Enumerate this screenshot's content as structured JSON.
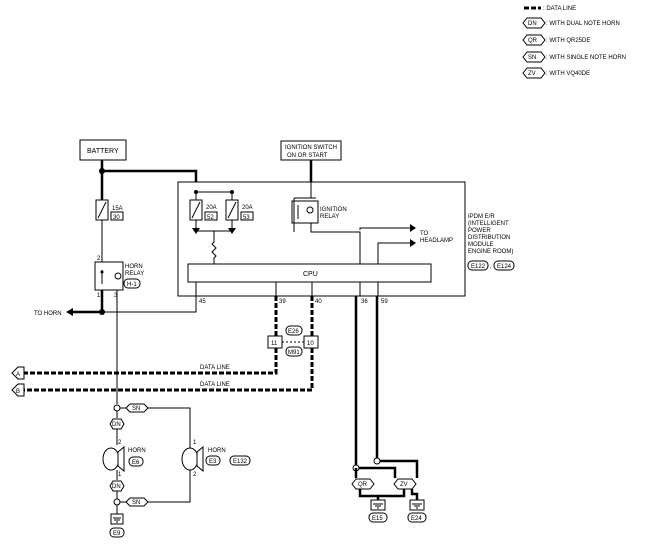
{
  "legend": {
    "data_line": ": DATA LINE",
    "items": [
      {
        "code": "DN",
        "text": ": WITH DUAL NOTE HORN"
      },
      {
        "code": "QR",
        "text": ": WITH QR25DE"
      },
      {
        "code": "SN",
        "text": ": WITH SINGLE NOTE HORN"
      },
      {
        "code": "ZV",
        "text": ": WITH VQ40DE"
      }
    ]
  },
  "battery": "BATTERY",
  "ignition_switch": {
    "line1": "IGNITION SWITCH",
    "line2": "ON OR START"
  },
  "fuse_15a": {
    "rating": "15A",
    "number": "30"
  },
  "fuse_20a_52": {
    "rating": "20A",
    "number": "52"
  },
  "fuse_20a_53": {
    "rating": "20A",
    "number": "53"
  },
  "ignition_relay": {
    "line1": "IGNITION",
    "line2": "RELAY"
  },
  "horn_relay": {
    "line1": "HORN",
    "line2": "RELAY",
    "code": "H-1",
    "pins": [
      "2",
      "1",
      "3"
    ]
  },
  "cpu": "CPU",
  "to_headlamp": {
    "line1": "TO",
    "line2": "HEADLAMP"
  },
  "ipdm": {
    "lines": [
      "IPDM E/R",
      "(INTELLIGENT",
      "POWER",
      "DISTRIBUTION",
      "MODULE",
      "ENGINE ROOM)"
    ],
    "connectors": [
      "E122",
      "E124"
    ]
  },
  "pins": {
    "p45": "45",
    "p39": "39",
    "p40": "40",
    "p36": "36",
    "p59": "59"
  },
  "to_horn": "TO HORN",
  "junction": {
    "top": "E26",
    "bottom": "M91",
    "left": "11",
    "right": "10"
  },
  "data_lines": {
    "label1": "DATA LINE",
    "label2": "DATA LINE",
    "arrow_a": "A",
    "arrow_b": "B"
  },
  "horn_lh": {
    "name": "HORN",
    "code": "E6",
    "pins": [
      "2",
      "1"
    ]
  },
  "horn_rh": {
    "name": "HORN",
    "code": "E3",
    "code2": "E132",
    "pins": [
      "1",
      "2"
    ]
  },
  "dn_tags": [
    "DN",
    "DN"
  ],
  "sn_tags": [
    "SN",
    "SN"
  ],
  "ground_e9": "E9",
  "qr_tag": "QR",
  "zv_tag": "ZV",
  "ground_e15": "E15",
  "ground_e24": "E24"
}
